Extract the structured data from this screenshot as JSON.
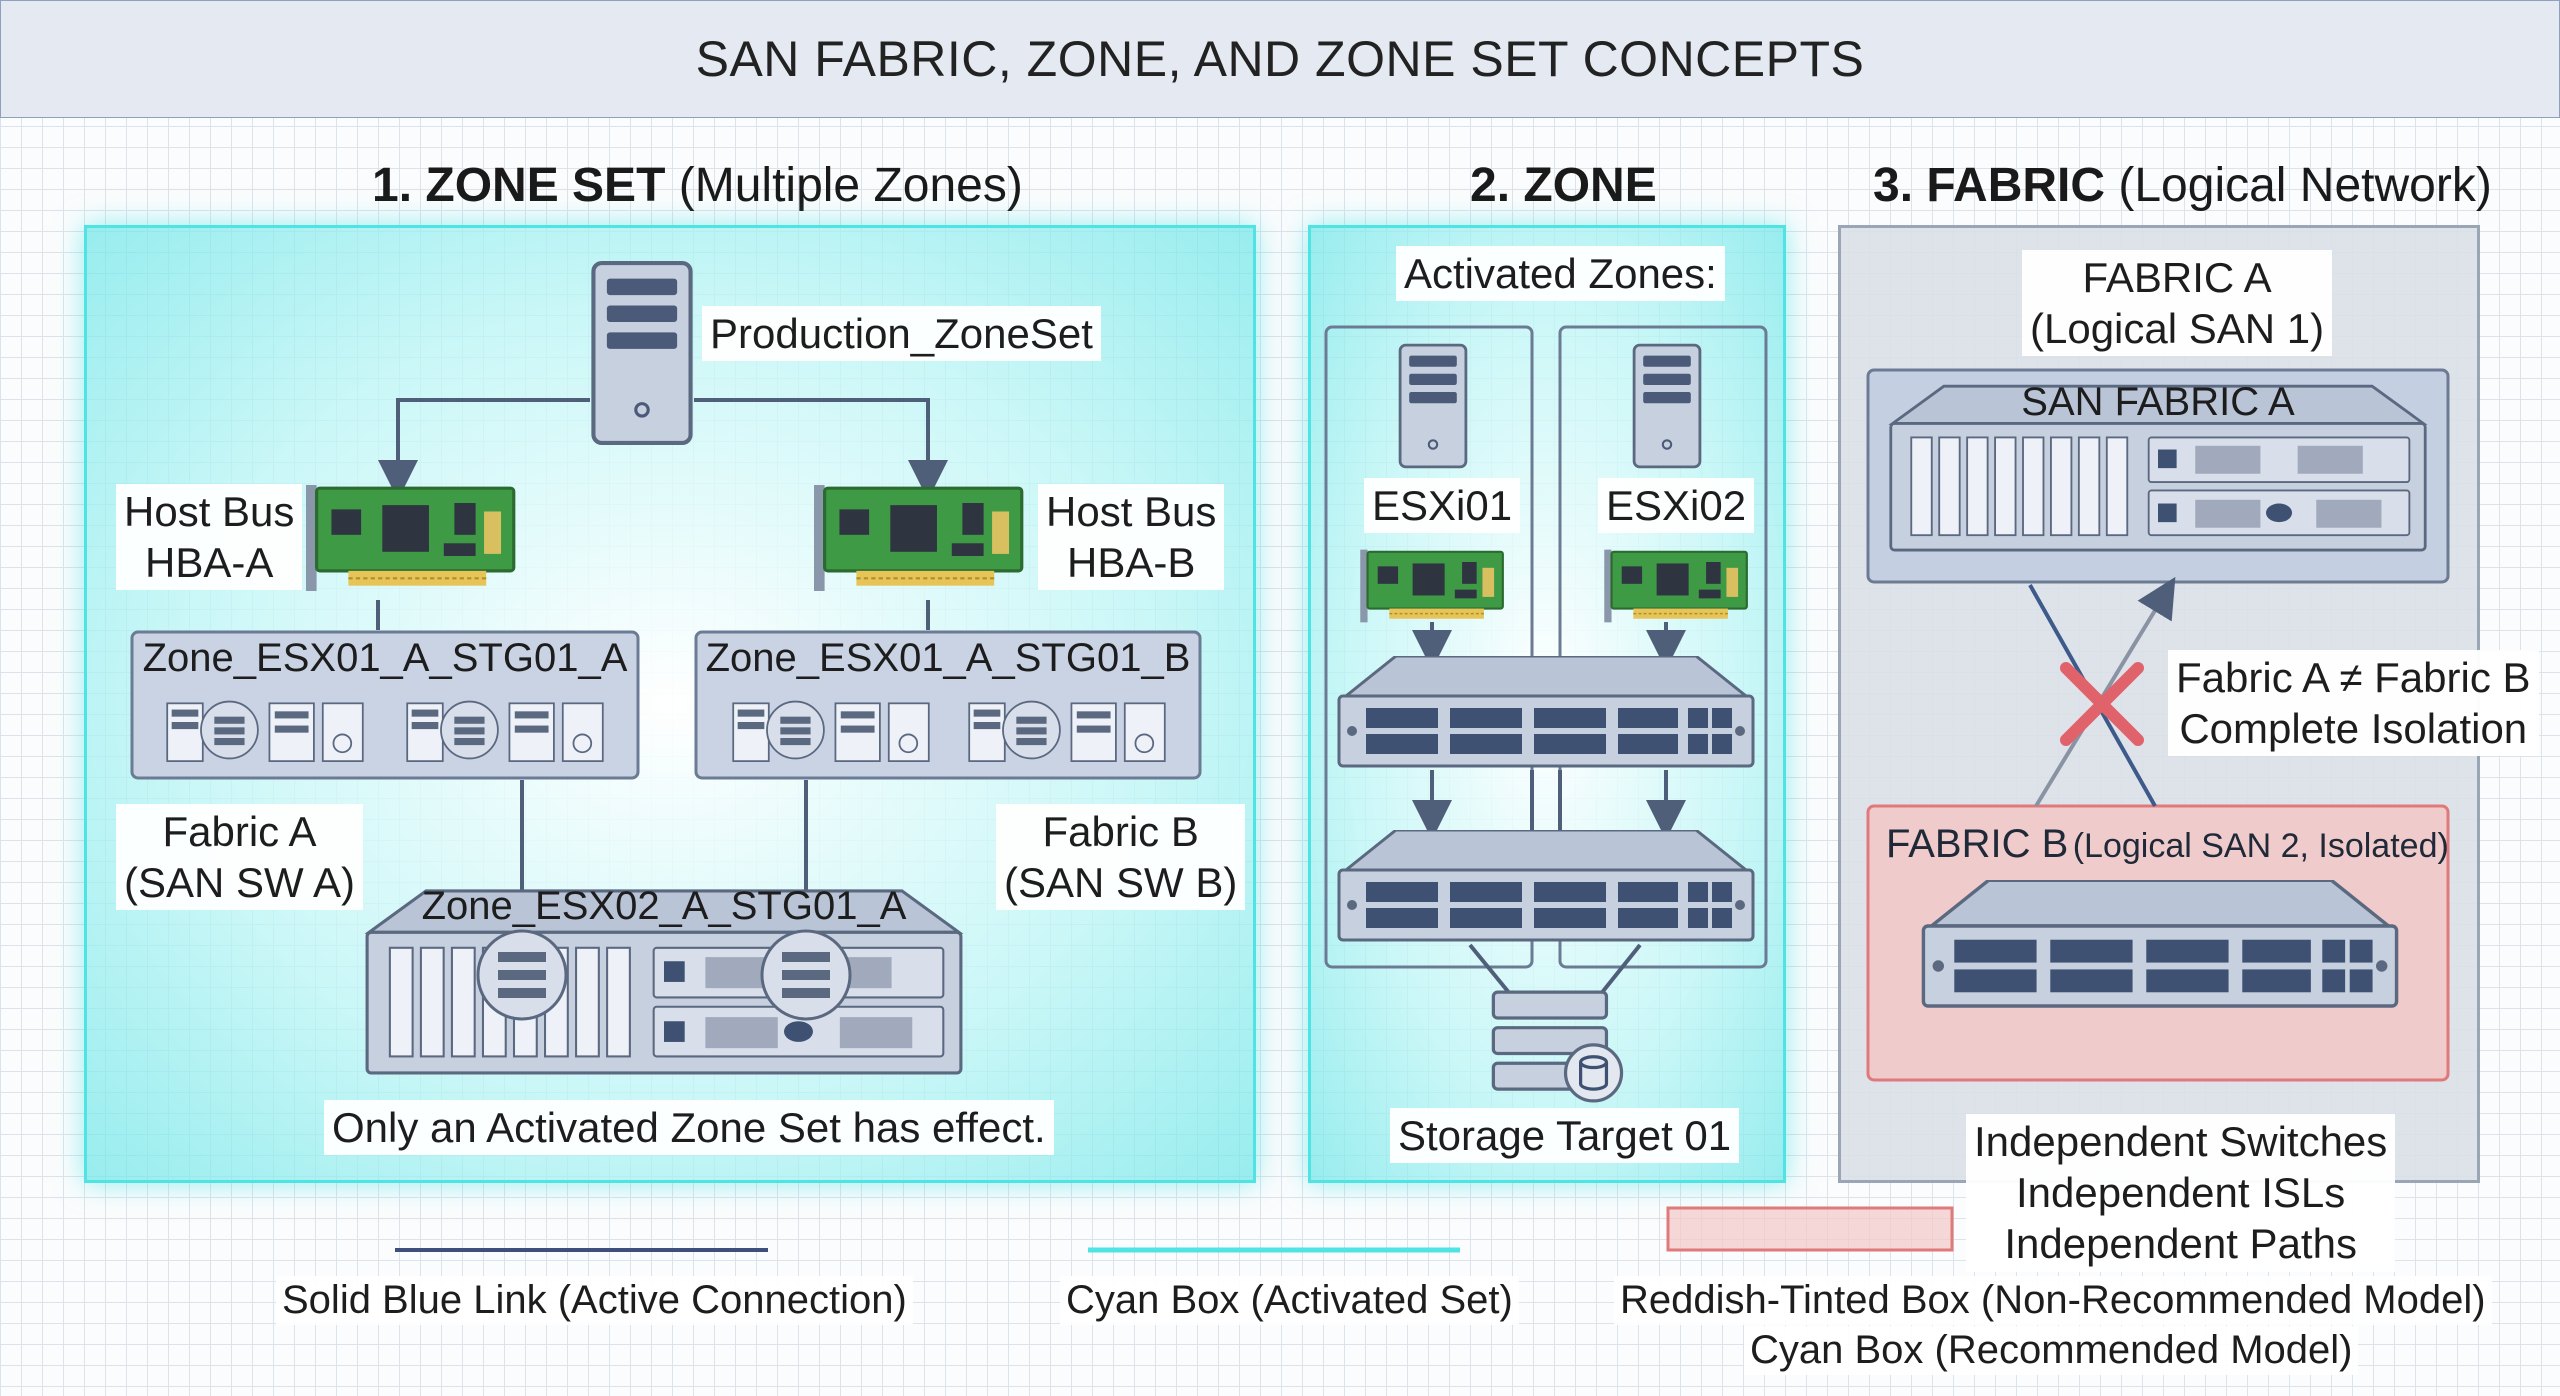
{
  "title": "SAN FABRIC, ZONE, AND ZONE SET CONCEPTS",
  "sections": {
    "zone_set": {
      "number_bold": "1. ZONE SET",
      "subtitle": "(Multiple Zones)",
      "zoneset_name": "Production_ZoneSet",
      "hba_a": [
        "Host Bus",
        "HBA-A"
      ],
      "hba_b": [
        "Host Bus",
        "HBA-B"
      ],
      "zone_a": "Zone_ESX01_A_STG01_A",
      "zone_b": "Zone_ESX01_A_STG01_B",
      "fabric_a": [
        "Fabric A",
        "(SAN SW A)"
      ],
      "fabric_b": [
        "Fabric B",
        "(SAN SW B)"
      ],
      "zone_c": "Zone_ESX02_A_STG01_A",
      "note": "Only an Activated Zone Set has effect."
    },
    "zone": {
      "number_bold": "2. ZONE",
      "activated": "Activated Zones:",
      "host1": "ESXi01",
      "host2": "ESXi02",
      "storage": "Storage Target 01"
    },
    "fabric": {
      "number_bold": "3. FABRIC",
      "subtitle": "(Logical Network)",
      "fabric_a_label": [
        "FABRIC A",
        "(Logical SAN 1)"
      ],
      "san_fabric_a": "SAN FABRIC A",
      "isolation": [
        "Fabric A ≠ Fabric B",
        "Complete Isolation"
      ],
      "fabric_b_title": "FABRIC B",
      "fabric_b_sub": "(Logical SAN 2, Isolated)",
      "independent": [
        "Independent Switches",
        "Independent ISLs",
        "Independent Paths"
      ]
    }
  },
  "legend": {
    "solid_link": "Solid Blue Link (Active Connection)",
    "cyan_box": "Cyan Box (Activated Set)",
    "red_box": "Reddish-Tinted Box (Non-Recommended Model)",
    "cyan_box_rec": "Cyan Box (Recommended Model)"
  },
  "colors": {
    "cyan": "#4fe3e3",
    "link_blue": "#3d4f7a",
    "red_tint": "#f2c7c7",
    "red_border": "#e07a7a",
    "pcb_green": "#4aa54a",
    "device_grey": "#b8c3d6"
  },
  "icons": [
    "server-icon",
    "hba-card-icon",
    "san-switch-icon",
    "storage-array-icon",
    "network-switch-icon",
    "isolation-x-icon"
  ]
}
